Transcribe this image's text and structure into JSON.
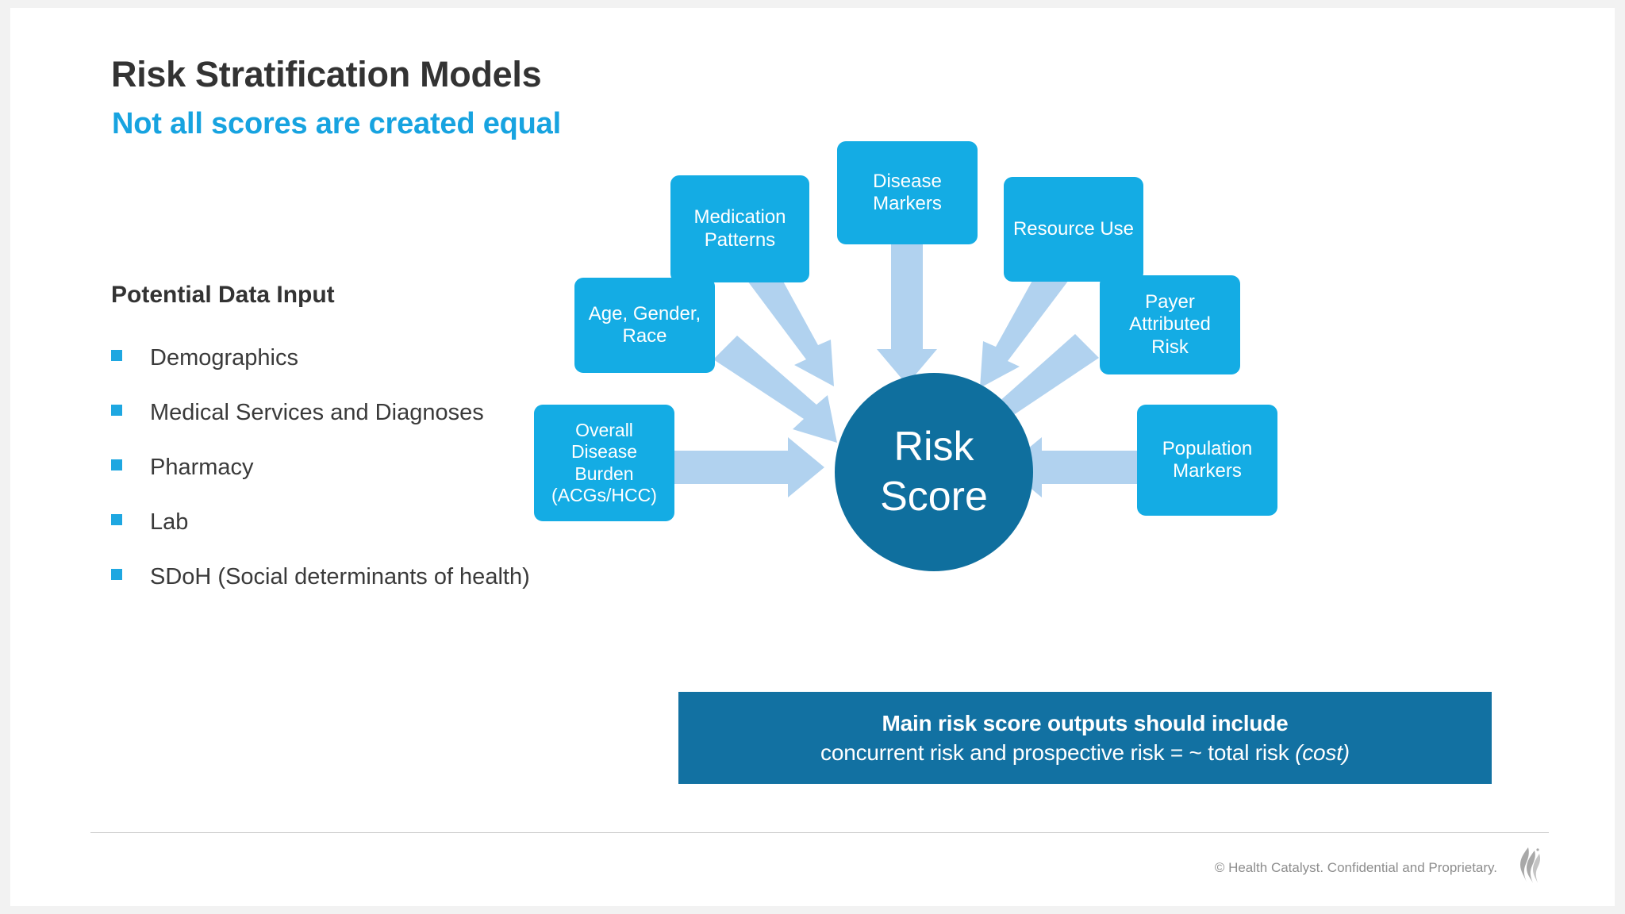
{
  "slide": {
    "title": "Risk Stratification Models",
    "subtitle": "Not all scores are created equal"
  },
  "left_panel": {
    "heading": "Potential Data Input",
    "bullets": [
      "Demographics",
      "Medical Services and Diagnoses",
      "Pharmacy",
      "Lab",
      "SDoH (Social determinants of health)"
    ]
  },
  "diagram": {
    "center": {
      "line1": "Risk",
      "line2": "Score"
    },
    "nodes": [
      {
        "id": "medication",
        "label": "Medication\nPatterns"
      },
      {
        "id": "disease",
        "label": "Disease\nMarkers"
      },
      {
        "id": "resource",
        "label": "Resource Use"
      },
      {
        "id": "age",
        "label": "Age, Gender,\nRace"
      },
      {
        "id": "payer",
        "label": "Payer\nAttributed\nRisk"
      },
      {
        "id": "overall",
        "label": "Overall\nDisease\nBurden\n(ACGs/HCC)"
      },
      {
        "id": "population",
        "label": "Population\nMarkers"
      }
    ]
  },
  "banner": {
    "line1": "Main risk score outputs should include",
    "line2_prefix": "concurrent risk and prospective risk  =  ~ total risk ",
    "line2_emphasis": "(cost)"
  },
  "footer": {
    "copyright": "© Health Catalyst. Confidential and Proprietary."
  },
  "colors": {
    "accent_blue": "#17a3e0",
    "node_blue": "#14ace4",
    "center_blue": "#0f6f9e",
    "banner_blue": "#1271a2",
    "arrow_blue": "#b1d2ef",
    "text_dark": "#333333"
  }
}
